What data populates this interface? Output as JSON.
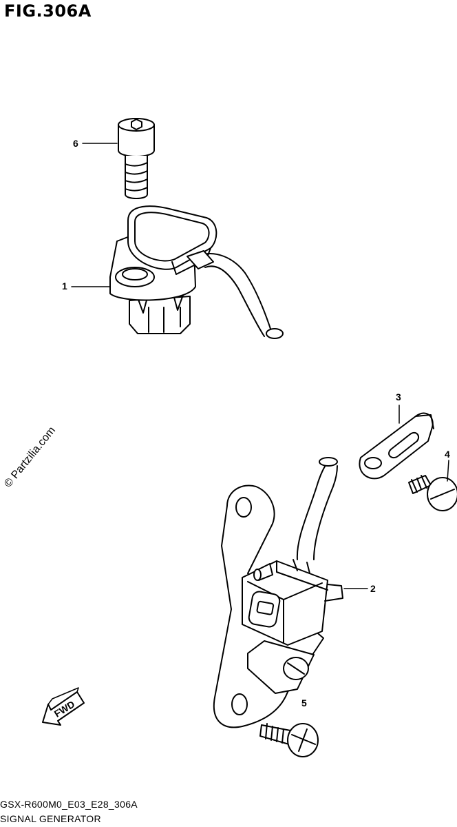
{
  "figure_title": "FIG.306A",
  "callouts": {
    "c1": "1",
    "c2": "2",
    "c3": "3",
    "c4": "4",
    "c5": "5",
    "c6": "6"
  },
  "watermark": "© Partzilia.com",
  "direction_arrow": "FWD",
  "footer": {
    "code": "GSX-R600M0_E03_E28_306A",
    "subtitle": "SIGNAL GENERATOR"
  }
}
